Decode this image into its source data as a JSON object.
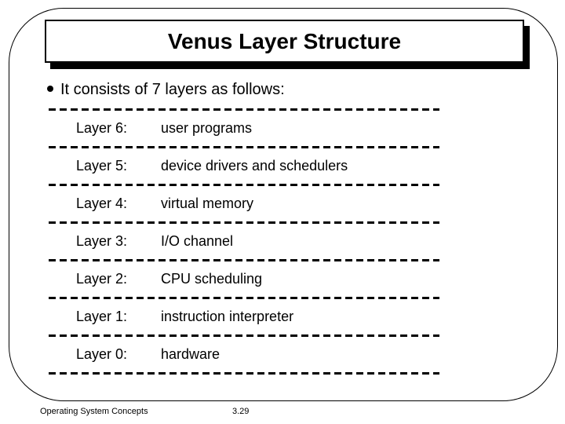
{
  "slide": {
    "title": "Venus Layer Structure",
    "bullet": "It consists of 7 layers as follows:",
    "layers": [
      {
        "label": "Layer 6:",
        "desc": "user programs"
      },
      {
        "label": "Layer 5:",
        "desc": "device drivers and schedulers"
      },
      {
        "label": "Layer 4:",
        "desc": "virtual memory"
      },
      {
        "label": "Layer 3:",
        "desc": "I/O channel"
      },
      {
        "label": "Layer 2:",
        "desc": "CPU scheduling"
      },
      {
        "label": "Layer 1:",
        "desc": "instruction interpreter"
      },
      {
        "label": "Layer 0:",
        "desc": "hardware"
      }
    ],
    "footer": {
      "left": "Operating System Concepts",
      "page": "3.29"
    },
    "colors": {
      "text": "#000000",
      "background": "#ffffff",
      "border": "#000000"
    }
  }
}
